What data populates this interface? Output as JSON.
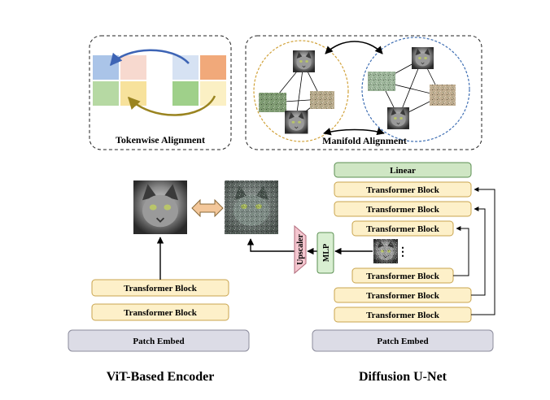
{
  "panels": {
    "tokenwise": {
      "title": "Tokenwise Alignment"
    },
    "manifold": {
      "title": "Manifold Alignment"
    }
  },
  "encoder": {
    "title": "ViT-Based Encoder",
    "blocks": [
      "Transformer Block",
      "Transformer Block"
    ],
    "patch_embed": "Patch Embed"
  },
  "unet": {
    "title": "Diffusion U-Net",
    "linear": "Linear",
    "blocks": [
      "Transformer Block",
      "Transformer Block",
      "Transformer Block",
      "Transformer Block",
      "Transformer Block",
      "Transformer Block"
    ],
    "patch_embed": "Patch Embed",
    "upscaler": "Upscaler",
    "mlp": "MLP",
    "ellipsis": "⋮"
  },
  "colors": {
    "block_fill": "#fdf0c9",
    "block_stroke": "#c9a44e",
    "embed_fill": "#dcdce6",
    "linear_fill": "#cfe6c4",
    "mlp_fill": "#d9efd2",
    "upscaler_fill": "#f4c6cf",
    "token_blue": "#aac4e8",
    "token_orange": "#f1a97a",
    "token_green": "#b6d9a3",
    "token_yellow": "#f7e29c",
    "token_pink": "#f7d9cf",
    "circle_gold": "#d1a23a",
    "circle_blue": "#3f6fb3"
  },
  "icons": {
    "cat_clean": "cat-photo",
    "cat_noisy": "noisy-cat-photo",
    "bidirectional_arrow": "double-arrow"
  }
}
